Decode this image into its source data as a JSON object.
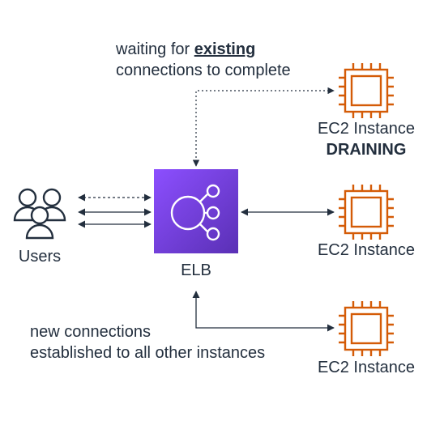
{
  "note_top": {
    "line1_prefix": "waiting for ",
    "line1_emph": "existing",
    "line2": "connections to complete"
  },
  "note_bottom": {
    "line1": "new connections",
    "line2": "established to all other instances"
  },
  "users": {
    "label": "Users",
    "icon": "users-icon"
  },
  "elb": {
    "label": "ELB",
    "icon": "load-balancer-icon",
    "color_top": "#8c4fff",
    "color_bottom": "#5a30b5"
  },
  "instances": [
    {
      "label": "EC2 Instance",
      "status": "DRAINING",
      "icon": "ec2-chip-icon"
    },
    {
      "label": "EC2 Instance",
      "icon": "ec2-chip-icon"
    },
    {
      "label": "EC2 Instance",
      "icon": "ec2-chip-icon"
    }
  ],
  "colors": {
    "ec2": "#d45b07",
    "line": "#232f3e",
    "dashed": "#555555"
  }
}
